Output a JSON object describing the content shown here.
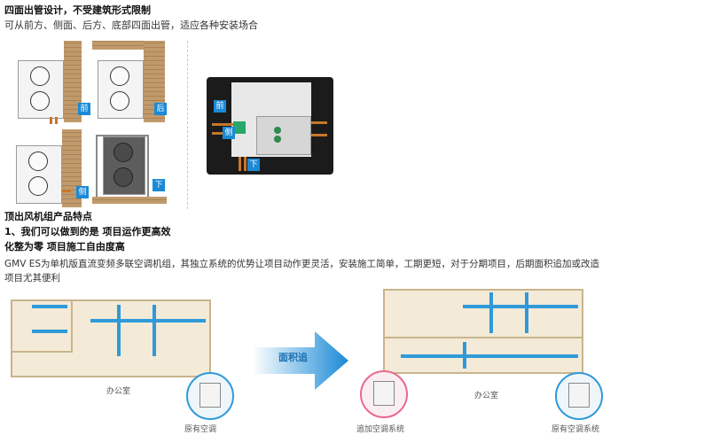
{
  "section1": {
    "title": "四面出管设计，不受建筑形式限制",
    "desc": "可从前方、侧面、后方、底部四面出管，适应各种安装场合",
    "labels": {
      "front": "前",
      "back": "后",
      "side": "侧",
      "bottom": "下"
    }
  },
  "section2": {
    "title": "顶出风机组产品特点",
    "point1": "1、我们可以做到的是  项目运作更高效",
    "subtitle": "化整为零  项目施工自由度高",
    "para_line1": "GMV ES为单机版直流变频多联空调机组，其独立系统的优势让项目动作更灵活，安装施工简单，工期更短，对于分期项目，后期面积追加或改造",
    "para_line2": "项目尤其便利"
  },
  "illustration": {
    "left_room_label": "办公室",
    "original_ac_label": "原有空调",
    "arrow_label": "面积追",
    "right_room_label": "办公室",
    "added_ac_label": "追加空调系统",
    "existing_ac_label": "原有空调系统"
  }
}
